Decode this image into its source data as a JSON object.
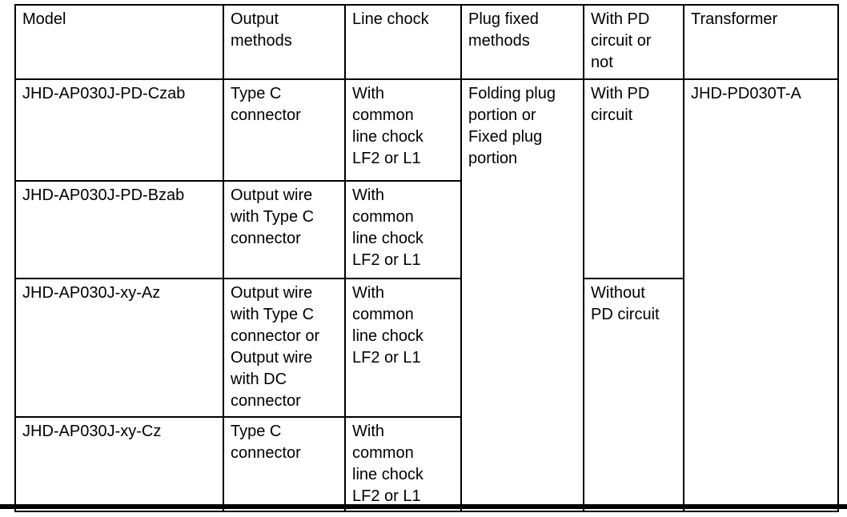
{
  "colors": {
    "border": "#000000",
    "text": "#000000",
    "background": "#ffffff"
  },
  "table": {
    "columns": [
      {
        "label": "Model"
      },
      {
        "label": "Output\nmethods"
      },
      {
        "label": "Line chock"
      },
      {
        "label": "Plug fixed\nmethods"
      },
      {
        "label": "With PD\ncircuit or\nnot"
      },
      {
        "label": "Transformer"
      }
    ],
    "rows": [
      {
        "model": "JHD-AP030J-PD-Czab",
        "output": "Type C\nconnector",
        "chock": "With\ncommon\nline chock\nLF2 or L1"
      },
      {
        "model": "JHD-AP030J-PD-Bzab",
        "output": "Output wire\nwith Type C\nconnector",
        "chock": "With\ncommon\nline chock\nLF2 or L1"
      },
      {
        "model": "JHD-AP030J-xy-Az",
        "output": "Output wire\nwith Type C\nconnector or\nOutput wire\nwith DC\nconnector",
        "chock": "With\ncommon\nline chock\nLF2 or L1"
      },
      {
        "model": "JHD-AP030J-xy-Cz",
        "output": "Type C\nconnector",
        "chock": "With\ncommon\nline chock\nLF2 or L1"
      }
    ],
    "merged": {
      "plug_fixed": "Folding plug\nportion or\nFixed plug\nportion",
      "with_pd": "With PD\ncircuit",
      "without_pd": "Without\nPD circuit",
      "transformer": "JHD-PD030T-A"
    }
  }
}
